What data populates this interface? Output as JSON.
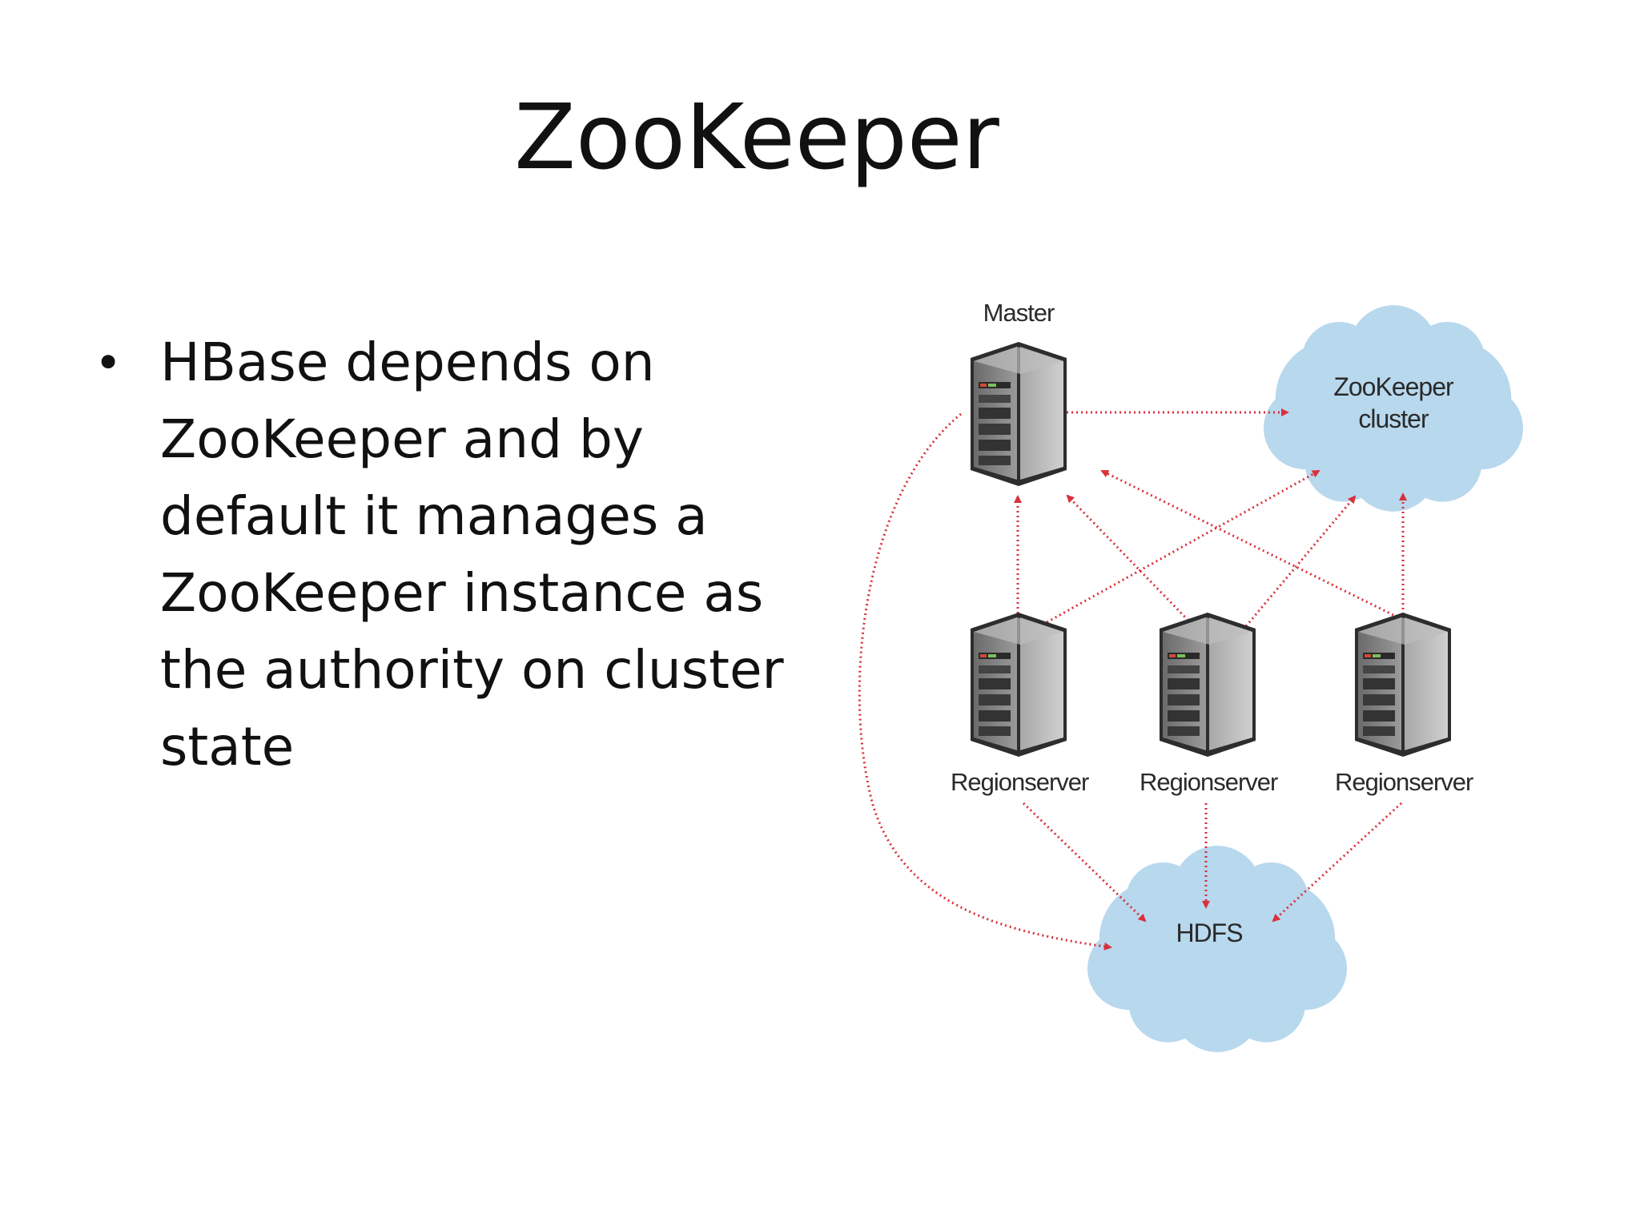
{
  "slide": {
    "title": "ZooKeeper",
    "bullet": "HBase depends on\nZooKeeper and by\ndefault it manages a\nZooKeeper instance as\nthe authority on cluster\nstate"
  },
  "diagram": {
    "nodes": {
      "master": "Master",
      "zookeeper_cluster": "ZooKeeper\ncluster",
      "regionserver_1": "Regionserver",
      "regionserver_2": "Regionserver",
      "regionserver_3": "Regionserver",
      "hdfs": "HDFS"
    },
    "colors": {
      "arrow": "#d9303a",
      "cloud": "#b8d8ee",
      "server_body": "#8a8a8a",
      "server_dark": "#3a3a3a"
    },
    "edges": [
      {
        "from": "master",
        "to": "zookeeper_cluster"
      },
      {
        "from": "master",
        "to": "hdfs"
      },
      {
        "from": "regionserver_1",
        "to": "master"
      },
      {
        "from": "regionserver_1",
        "to": "zookeeper_cluster"
      },
      {
        "from": "regionserver_1",
        "to": "hdfs"
      },
      {
        "from": "regionserver_2",
        "to": "master"
      },
      {
        "from": "regionserver_2",
        "to": "zookeeper_cluster"
      },
      {
        "from": "regionserver_2",
        "to": "hdfs"
      },
      {
        "from": "regionserver_3",
        "to": "master"
      },
      {
        "from": "regionserver_3",
        "to": "zookeeper_cluster"
      },
      {
        "from": "regionserver_3",
        "to": "hdfs"
      }
    ]
  }
}
